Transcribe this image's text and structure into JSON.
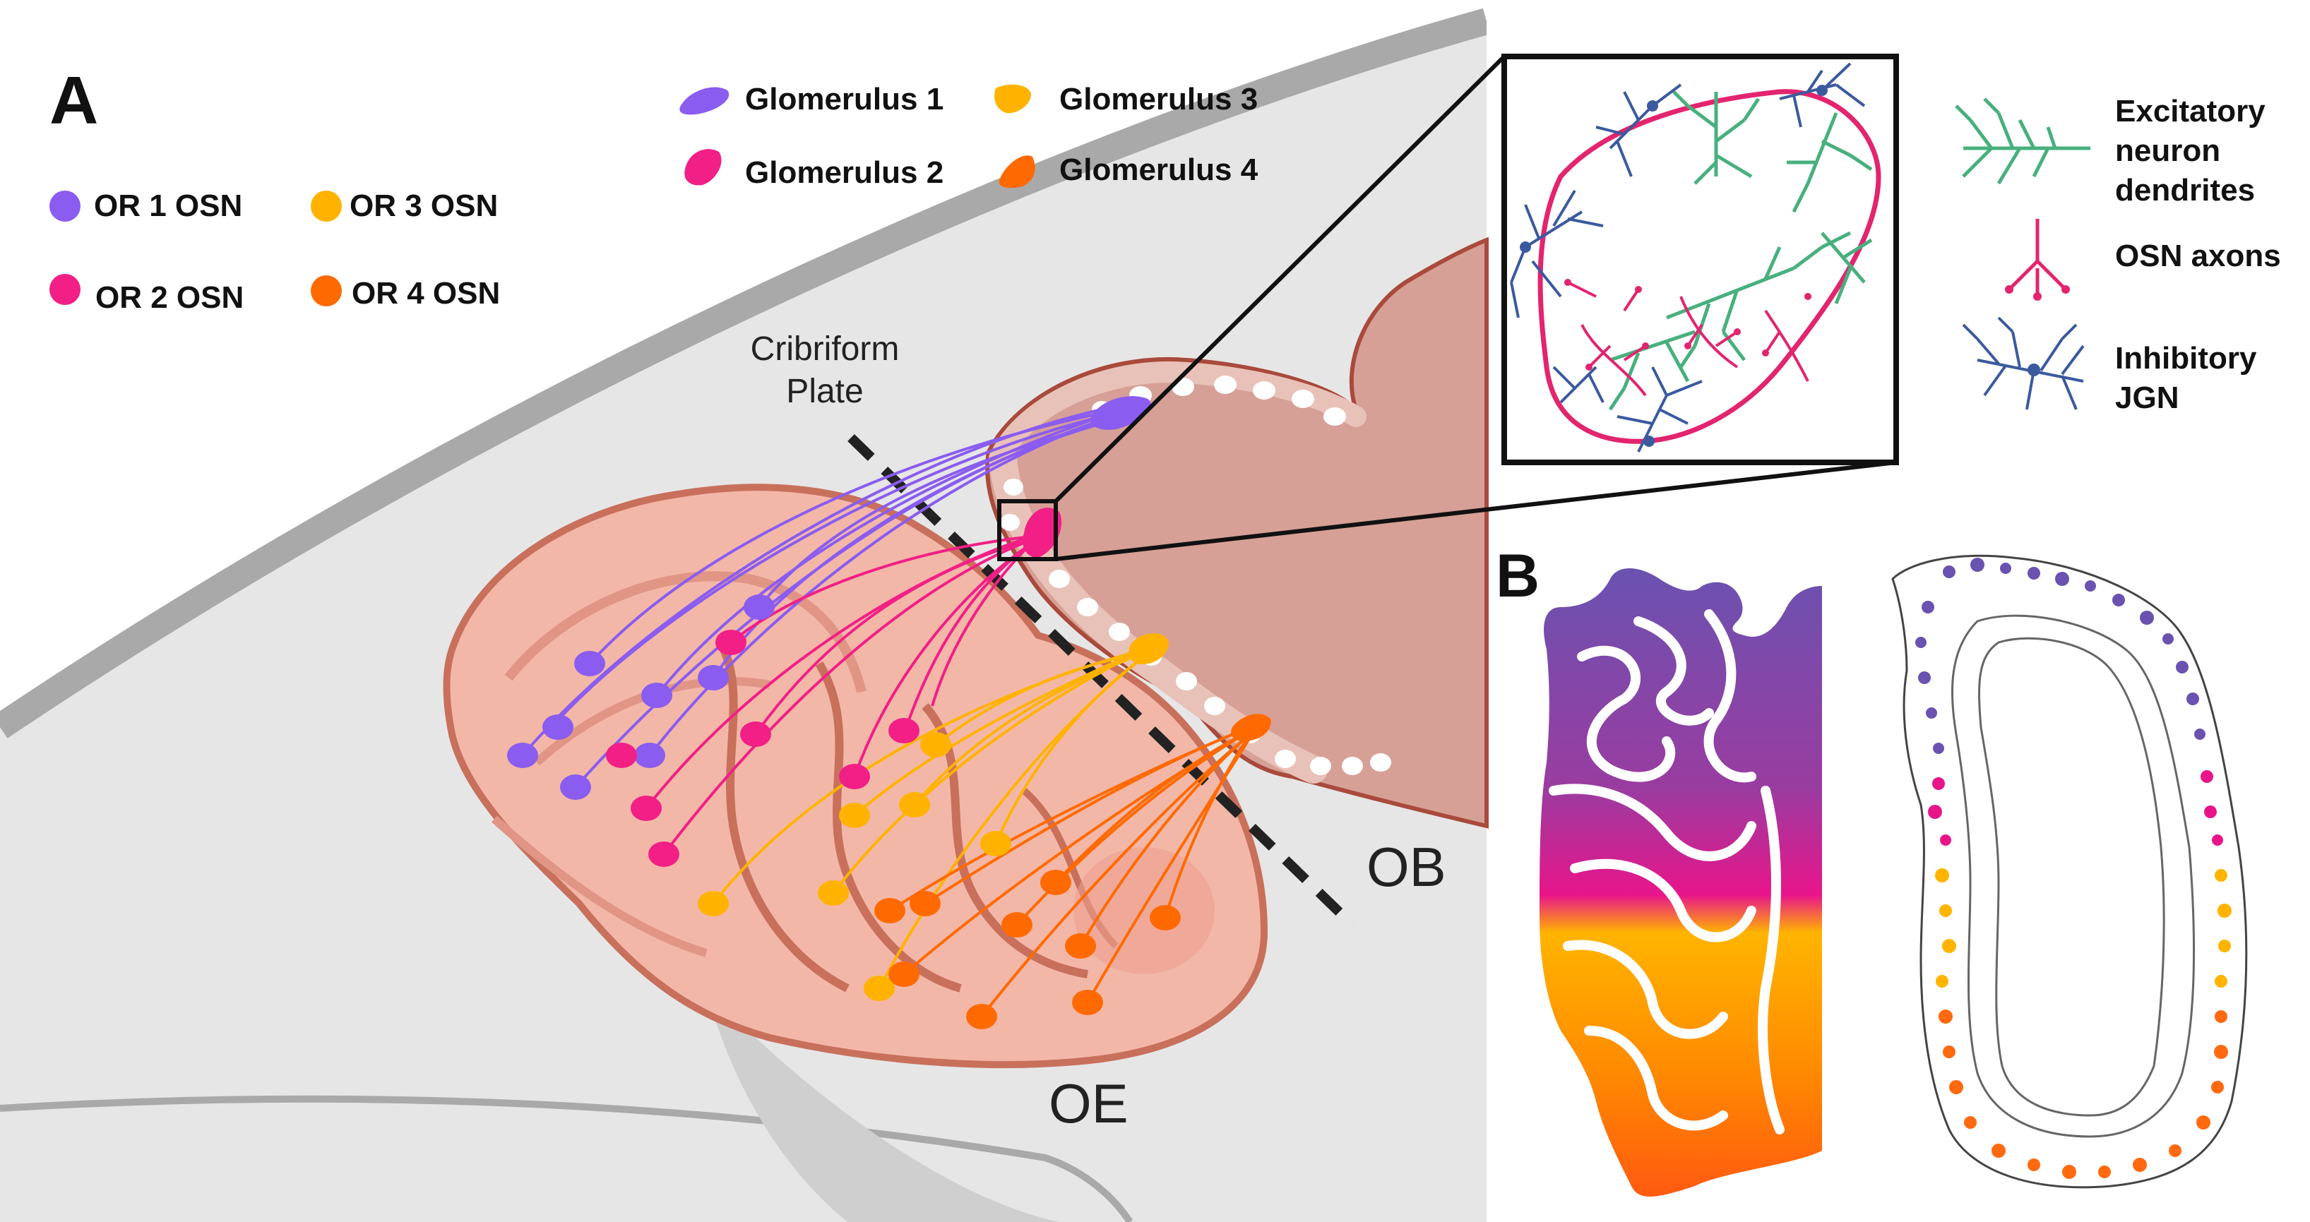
{
  "panel_a": {
    "letter": "A",
    "osn_legend": [
      {
        "label": "OR 1 OSN",
        "color": "#8a5cf0"
      },
      {
        "label": "OR 3 OSN",
        "color": "#ffb300"
      },
      {
        "label": "OR 2 OSN",
        "color": "#f21f86"
      },
      {
        "label": "OR 4 OSN",
        "color": "#ff6a00"
      }
    ],
    "glomerulus_legend": [
      {
        "label": "Glomerulus 1",
        "color": "#8a5cf0"
      },
      {
        "label": "Glomerulus 3",
        "color": "#ffb300"
      },
      {
        "label": "Glomerulus 2",
        "color": "#f21f86"
      },
      {
        "label": "Glomerulus 4",
        "color": "#ff6a00"
      }
    ],
    "cribriform_line1": "Cribriform",
    "cribriform_line2": "Plate",
    "ob_label": "OB",
    "oe_label": "OE"
  },
  "inset_legend": {
    "excitatory_line1": "Excitatory",
    "excitatory_line2": "neuron",
    "excitatory_line3": "dendrites",
    "osn_axons": "OSN axons",
    "inhibitory_line1": "Inhibitory",
    "inhibitory_line2": "JGN"
  },
  "panel_b": {
    "letter": "B"
  },
  "colors": {
    "background_gray": "#e6e6e6",
    "skull_band": "#a9a9a9",
    "tissue_pink": "#f3b7a8",
    "tissue_outline": "#c8705c",
    "bulb_fill": "#d6a096",
    "bulb_outline": "#a94a3c",
    "excitatory_green": "#48b07e",
    "axon_magenta": "#e3246e",
    "inhibitory_blue": "#3b5a9e"
  }
}
